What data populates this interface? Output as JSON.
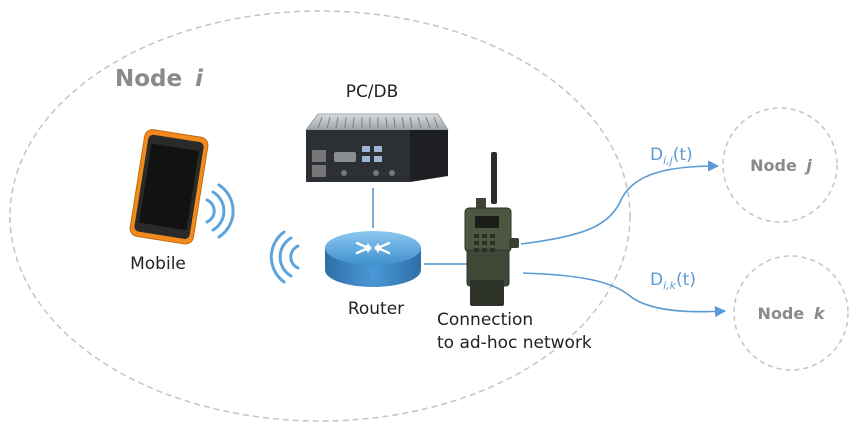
{
  "nodes": {
    "main": {
      "label": "Node",
      "index": "i"
    },
    "j": {
      "label": "Node",
      "index": "j"
    },
    "k": {
      "label": "Node",
      "index": "k"
    }
  },
  "devices": {
    "pc": "PC/DB",
    "mobile": "Mobile",
    "router": "Router",
    "radio_line1": "Connection",
    "radio_line2": "to ad-hoc network"
  },
  "flows": {
    "to_j": {
      "symbol": "D",
      "subscript": "i,j",
      "arg": "(t)"
    },
    "to_k": {
      "symbol": "D",
      "subscript": "i,k",
      "arg": "(t)"
    }
  },
  "colors": {
    "boundary": "#c4c4c4",
    "flow": "#5b9bd5",
    "router": "#4f9fd6",
    "node_title": "#8a8a8a"
  }
}
